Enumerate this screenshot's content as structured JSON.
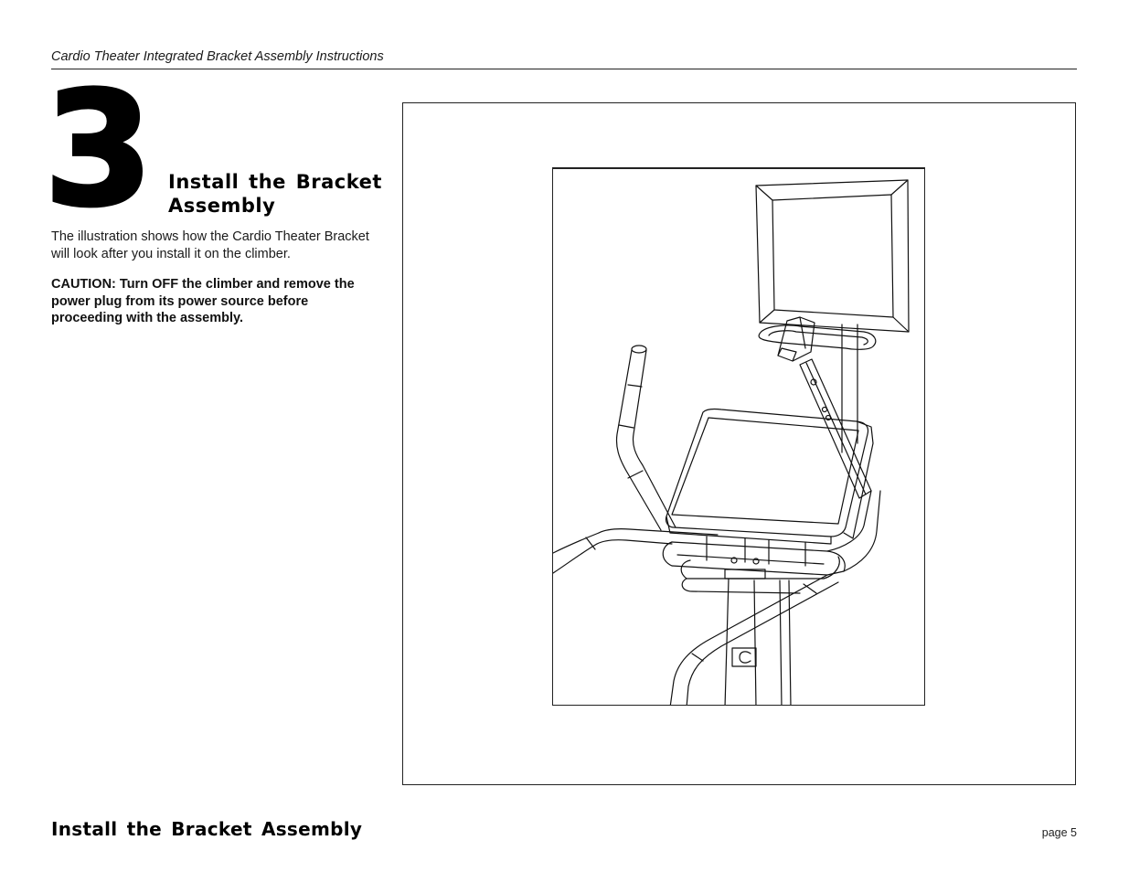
{
  "header": {
    "running_title": "Cardio Theater Integrated Bracket Assembly Instructions"
  },
  "step": {
    "number": "3",
    "title": "Install the Bracket Assembly"
  },
  "body": {
    "intro": "The illustration shows how the Cardio Theater Bracket will look after you install it on the climber.",
    "caution": "CAUTION: Turn OFF the climber and remove the power plug from its power source before proceeding with the assembly."
  },
  "figure": {
    "subject": "climber-with-cardio-theater-bracket-and-monitor",
    "line_color": "#111111"
  },
  "footer": {
    "section_title": "Install the Bracket Assembly",
    "page_label": "page 5"
  }
}
